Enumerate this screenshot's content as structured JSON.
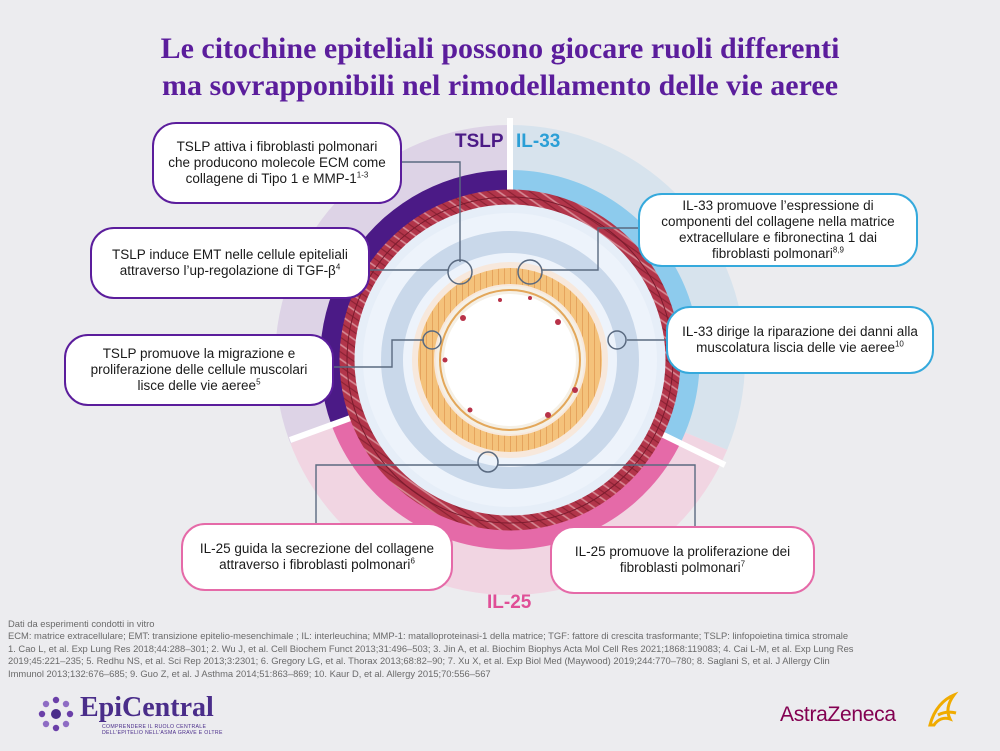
{
  "title": {
    "line1": "Le citochine epiteliali possono giocare ruoli differenti",
    "line2": "ma sovrapponibili nel rimodellamento delle vie aeree"
  },
  "labels": {
    "tslp": "TSLP",
    "il33": "IL-33",
    "il25": "IL-25"
  },
  "callouts": {
    "tslp1": {
      "text": "TSLP attiva i fibroblasti polmonari che producono molecole ECM come collagene di Tipo 1 e MMP-1",
      "ref": "1-3"
    },
    "tslp2": {
      "text": "TSLP induce EMT nelle cellule epiteliali attraverso l’up-regolazione di TGF-β",
      "ref": "4"
    },
    "tslp3": {
      "text": "TSLP promuove la migrazione e proliferazione delle cellule muscolari lisce delle vie aeree",
      "ref": "5"
    },
    "il33a": {
      "text": "IL-33 promuove l’espressione di componenti del collagene nella matrice extracellulare e fibronectina 1 dai fibroblasti polmonari",
      "ref": "8,9"
    },
    "il33b": {
      "text": "IL-33 dirige la riparazione dei danni alla muscolatura liscia delle vie aeree",
      "ref": "10"
    },
    "il25a": {
      "text": "IL-25 guida la secrezione del collagene attraverso i fibroblasti polmonari",
      "ref": "6"
    },
    "il25b": {
      "text": "IL-25 promuove la proliferazione dei fibroblasti polmonari",
      "ref": "7"
    }
  },
  "footer": {
    "line1": "Dati da esperimenti condotti in vitro",
    "line2": "ECM: matrice extracellulare; EMT: transizione epitelio-mesenchimale ; IL: interleuchina; MMP-1: matalloproteinasi-1 della matrice; TGF: fattore di crescita trasformante; TSLP: linfopoietina timica stromale",
    "line3": "1. Cao L, et al. Exp Lung Res 2018;44:288–301; 2. Wu J, et al. Cell Biochem Funct 2013;31:496–503; 3. Jin A, et al. Biochim Biophys Acta Mol Cell Res 2021;1868:119083; 4. Cai L-M, et al. Exp Lung Res",
    "line4": "2019;45:221–235; 5. Redhu NS, et al. Sci Rep 2013;3:2301; 6. Gregory LG, et al. Thorax 2013;68:82–90; 7. Xu X, et al. Exp Biol Med (Maywood) 2019;244:770–780; 8. Saglani S, et al. J Allergy Clin",
    "line5": "Immunol 2013;132:676–685; 9. Guo Z, et al. J Asthma 2014;51:863–869; 10. Kaur D, et al. Allergy 2015;70:556–567"
  },
  "logos": {
    "epicentral": "EpiCentral",
    "epicentral_tagline_1": "COMPRENDERE IL RUOLO CENTRALE",
    "epicentral_tagline_2": "DELL'EPITELIO NELL'ASMA GRAVE E OLTRE",
    "astrazeneca": "AstraZeneca"
  },
  "colors": {
    "tslp": "#5b1d9c",
    "il33": "#35a9dc",
    "il25": "#e56aa8",
    "title": "#5b1d9c",
    "wall": "#b2354a"
  }
}
